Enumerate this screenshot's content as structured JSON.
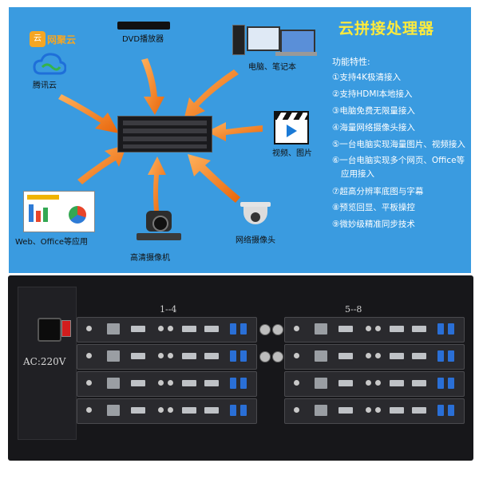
{
  "title": "云拼接处理器",
  "features_heading": "功能特性:",
  "features": [
    "①支持4K极清接入",
    "②支持HDMI本地接入",
    "③电脑免费无限量接入",
    "④海量网络摄像头接入",
    "⑤一台电脑实现海量图片、视频接入",
    "⑥一台电脑实现多个网页、Office等",
    "应用接入",
    "⑦超高分辨率底图与字幕",
    "⑧预览回显、平板操控",
    "⑨微妙级精准同步技术"
  ],
  "sources": {
    "wangjuyun": "网聚云",
    "tengxunyun": "腾讯云",
    "dvd": "DVD播放器",
    "pc": "电脑、笔记本",
    "video": "视频、图片",
    "ipcam": "网络摄像头",
    "hdcam": "高清摄像机",
    "web": "Web、Office等应用"
  },
  "device": {
    "power_label": "AC:220V",
    "group_left": "1--4",
    "group_right": "5--8"
  },
  "colors": {
    "panel_bg": "#3a9be0",
    "arrow": "#f07a16",
    "title": "#ffeb3b"
  }
}
